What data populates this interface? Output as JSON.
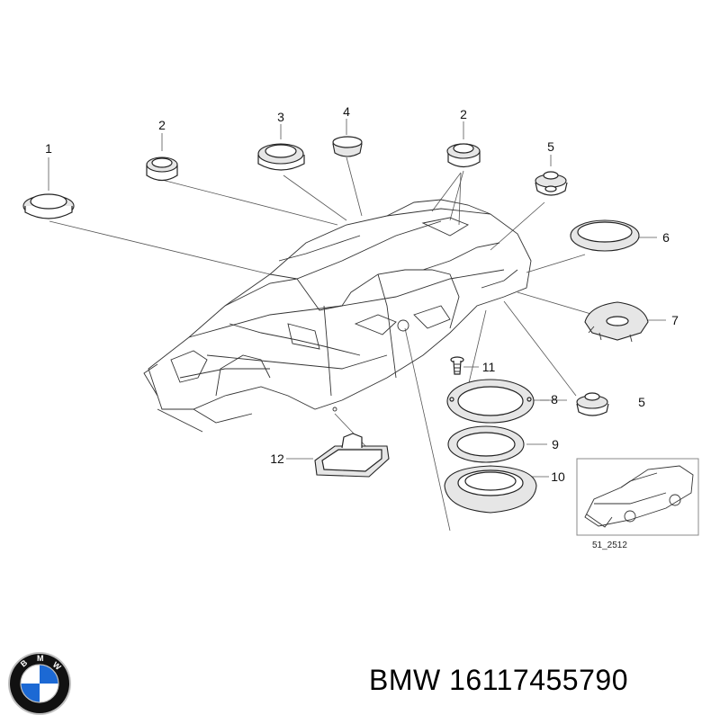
{
  "callouts": [
    "1",
    "2",
    "3",
    "4",
    "2",
    "5",
    "6",
    "7",
    "11",
    "8",
    "5",
    "9",
    "10",
    "12"
  ],
  "inset": {
    "ref_code": "51_2512"
  },
  "footer": {
    "brand": "BMW",
    "part_number": "16117455790"
  },
  "logo": {
    "lettering": "BMW",
    "colors": {
      "blue": "#1c69d4",
      "white": "#ffffff",
      "ring": "#111111",
      "silver": "#bfbfbf"
    }
  }
}
